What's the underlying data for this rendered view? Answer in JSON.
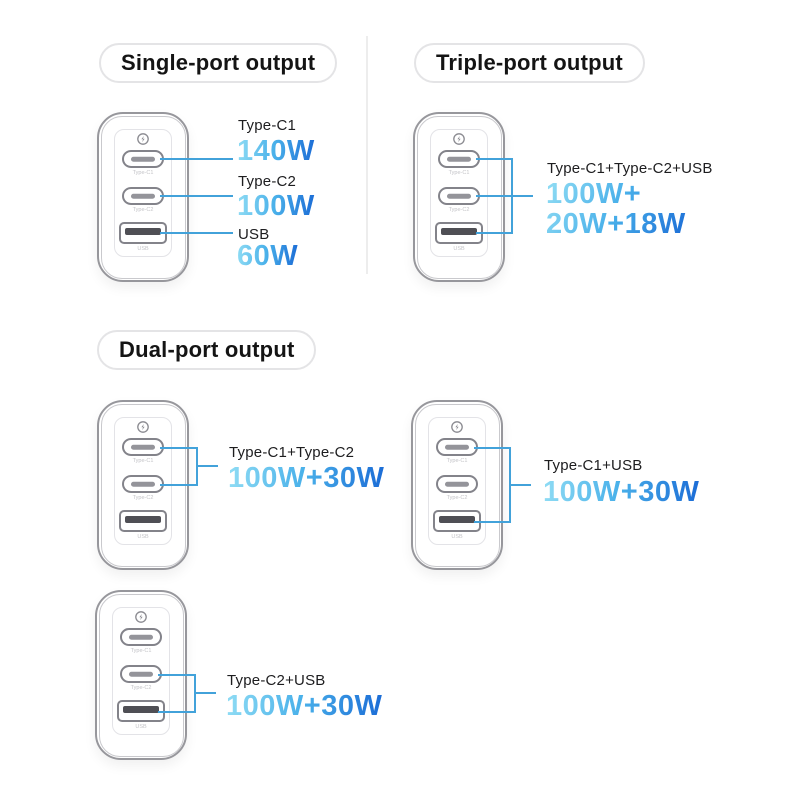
{
  "page": {
    "background": "#ffffff"
  },
  "colors": {
    "connector_line": "#42a2da",
    "watt_gradient_start": "#8fdcf4",
    "watt_gradient_mid": "#4ab1ea",
    "watt_gradient_end": "#1b6cd6",
    "pill_border": "#e4e4e6",
    "title_text": "#141414",
    "divider": "#ededed",
    "charger_outline": "#97979c"
  },
  "sections": {
    "single": {
      "title": "Single-port output",
      "items": [
        {
          "label": "Type-C1",
          "watts": "140W"
        },
        {
          "label": "Type-C2",
          "watts": "100W"
        },
        {
          "label": "USB",
          "watts": "60W"
        }
      ]
    },
    "triple": {
      "title": "Triple-port output",
      "combo": {
        "label": "Type-C1+Type-C2+USB",
        "watts": "100W+\n20W+18W"
      }
    },
    "dual": {
      "title": "Dual-port output",
      "combos": [
        {
          "label": "Type-C1+Type-C2",
          "watts": "100W+30W"
        },
        {
          "label": "Type-C1+USB",
          "watts": "100W+30W"
        },
        {
          "label": "Type-C2+USB",
          "watts": "100W+30W"
        }
      ]
    }
  },
  "charger": {
    "port_labels": {
      "c1": "Type-C1",
      "c2": "Type-C2",
      "usb": "USB"
    },
    "logo": "fast-charge-logo-icon"
  }
}
